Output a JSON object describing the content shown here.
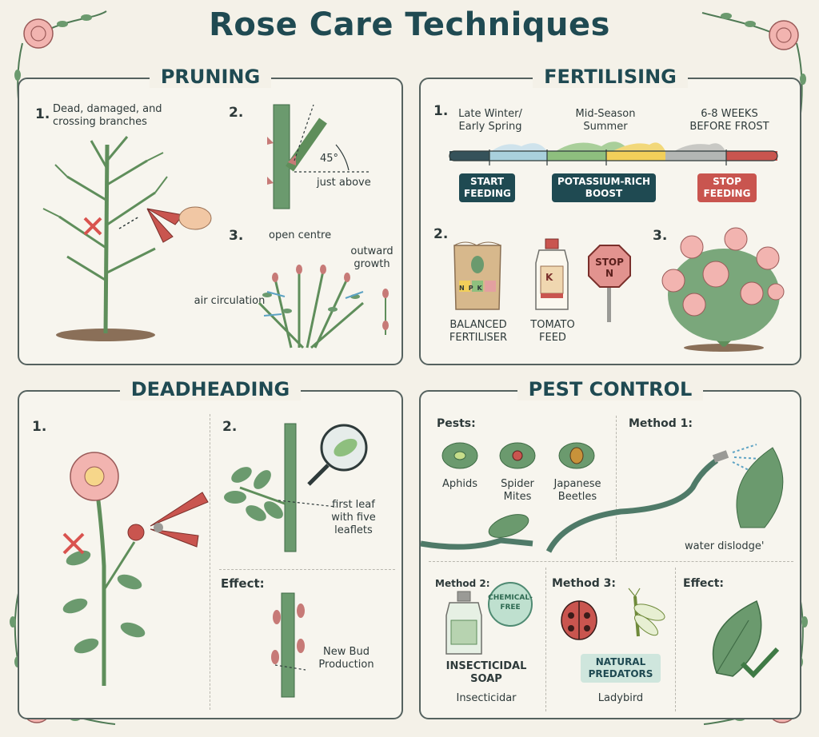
{
  "title": "Rose Care Techniques",
  "pruning": {
    "heading": "PRUNING",
    "step1_num": "1.",
    "step1_text": "Dead, damaged, and crossing branches",
    "step2_num": "2.",
    "angle": "45°",
    "cut_label": "just above",
    "step3_num": "3.",
    "open_centre": "open centre",
    "outward_growth": "outward growth",
    "air_circulation": "air circulation"
  },
  "fertilising": {
    "heading": "FERTILISING",
    "step1_num": "1.",
    "season1": "Late Winter/ Early Spring",
    "season2": "Mid-Season Summer",
    "season3": "6-8 WEEKS BEFORE FROST",
    "tag_start": "START FEEDING",
    "tag_potassium": "POTASSIUM-RICH BOOST",
    "tag_stop": "STOP FEEDING",
    "step2_num": "2.",
    "bag_label": "NPK",
    "balanced": "BALANCED FERTILISER",
    "bottle_letter": "K",
    "tomato": "TOMATO FEED",
    "stop_sign": "STOP N",
    "step3_num": "3."
  },
  "deadheading": {
    "heading": "DEADHEADING",
    "step1_num": "1.",
    "step2_num": "2.",
    "leaf_label": "first leaf with five leaflets",
    "effect_heading": "Effect:",
    "effect_text": "New Bud Production"
  },
  "pest_control": {
    "heading": "PEST CONTROL",
    "pests_heading": "Pests:",
    "pest1": "Aphids",
    "pest2": "Spider Mites",
    "pest3": "Japanese Beetles",
    "method1_heading": "Method 1:",
    "method1_text": "water dislodge'",
    "method2_heading": "Method 2:",
    "chemical_free": "CHEMICAL-FREE",
    "soap_label": "INSECTICIDAL SOAP",
    "soap_sub": "Insecticidar",
    "method3_heading": "Method 3:",
    "natural_predators": "NATURAL PREDATORS",
    "ladybird": "Ladybird",
    "effect_heading": "Effect:"
  },
  "colors": {
    "heading": "#1f4a52",
    "start_tag": "#1f4a52",
    "potassium_tag": "#1f4a52",
    "stop_tag": "#c9554f",
    "rose_pink": "#f2b4b0",
    "leaf_green": "#6b9a6e",
    "stem_green": "#5f8e5b"
  }
}
